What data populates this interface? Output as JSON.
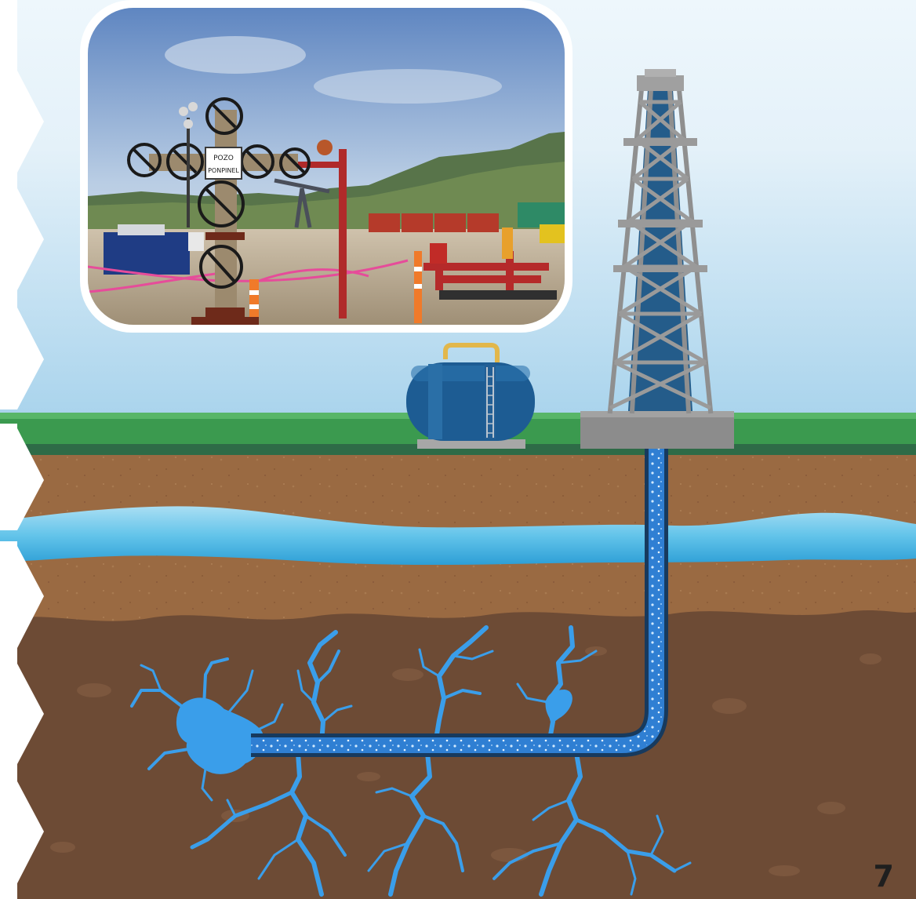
{
  "photo": {
    "wellhead_sign": [
      "POZO",
      "PONPINEL"
    ]
  },
  "page_number": "7",
  "colors": {
    "sky_top": "#eaf5fb",
    "sky_bottom": "#a9d4ec",
    "grass": "#3b9a4f",
    "grass_dark": "#2f6e48",
    "soil": "#9a6a42",
    "deep_rock": "#6e4c36",
    "aquifer": "#49b8e3",
    "fracture": "#3a9bea",
    "pipe": "#1f5ea4",
    "tank": "#1d5c93",
    "derrick": "#8f8f8f",
    "derrick_core": "#245c8a",
    "pad": "#8c8c8c",
    "chevron": "#ffffff"
  },
  "icons": [
    "wellhead-photo",
    "drilling-derrick-icon",
    "storage-tank-icon",
    "water-aquifer",
    "rock-fractures-icon",
    "wellbore-pipe-icon"
  ]
}
